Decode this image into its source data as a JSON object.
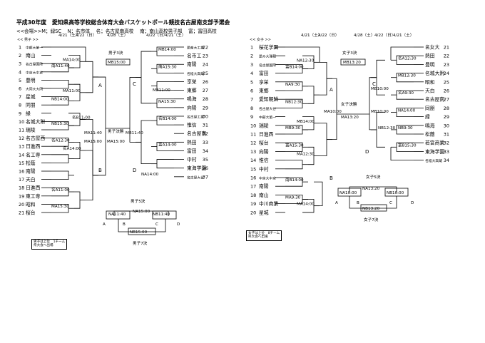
{
  "header": {
    "title": "平成30年度　愛知県高等学校総合体育大会バスケットボール競技名古屋南支部予選会",
    "venue": "<<会場>>M；緑SC　 N；名市体　 名；名古屋南高校　 南；南山高校男子部　 富；富田高校"
  },
  "boys": {
    "dates_left": [
      "4/21（土）",
      "4/22（日）",
      "4/28（土）"
    ],
    "dates_right": [
      "4/22（日）",
      "4/21（土）"
    ],
    "seed_label_left": "<< 男子 >>",
    "teams_left": [
      {
        "num": "1",
        "name": "中部大第一"
      },
      {
        "num": "2",
        "name": "南山"
      },
      {
        "num": "3",
        "name": "名古屋国際"
      },
      {
        "num": "4",
        "name": "中京大中京"
      },
      {
        "num": "5",
        "name": "豊明"
      },
      {
        "num": "6",
        "name": "大同大大同"
      },
      {
        "num": "7",
        "name": "星城"
      },
      {
        "num": "8",
        "name": "同朋"
      },
      {
        "num": "9",
        "name": "緑"
      },
      {
        "num": "10",
        "name": "名城大附"
      },
      {
        "num": "11",
        "name": "瑞陵"
      },
      {
        "num": "12",
        "name": "名古屋西"
      },
      {
        "num": "13",
        "name": "日進西"
      },
      {
        "num": "14",
        "name": "名工専"
      },
      {
        "num": "15",
        "name": "松蔭"
      },
      {
        "num": "16",
        "name": "南陽"
      },
      {
        "num": "17",
        "name": "天白"
      },
      {
        "num": "18",
        "name": "日進西"
      },
      {
        "num": "19",
        "name": "東工専"
      },
      {
        "num": "20",
        "name": "昭和"
      },
      {
        "num": "21",
        "name": "桜台"
      }
    ],
    "teams_right": [
      {
        "num": "22",
        "name": "愛産大工業"
      },
      {
        "num": "23",
        "name": "名市工"
      },
      {
        "num": "24",
        "name": "南陽"
      },
      {
        "num": "25",
        "name": "名経大高蔵"
      },
      {
        "num": "26",
        "name": "享栄"
      },
      {
        "num": "27",
        "name": "東郷"
      },
      {
        "num": "28",
        "name": "鳴海"
      },
      {
        "num": "29",
        "name": "向陽"
      },
      {
        "num": "30",
        "name": "名古屋工業"
      },
      {
        "num": "31",
        "name": "惟信"
      },
      {
        "num": "32",
        "name": "名古屋南"
      },
      {
        "num": "33",
        "name": "熱田"
      },
      {
        "num": "34",
        "name": "富田"
      },
      {
        "num": "35",
        "name": "中村"
      },
      {
        "num": "36",
        "name": "東海学園"
      },
      {
        "num": "37",
        "name": "名古屋大谷"
      }
    ],
    "games_left": [
      "南A11:40",
      "MA14:00",
      "MA11:00",
      "NB14:00",
      "NB15:30",
      "名B11:00",
      "名A12:30",
      "名A14:00",
      "名A11:00",
      "MA15:30",
      "MA11:40",
      "MA15:00",
      "NB15:30"
    ],
    "games_right": [
      "MB14:00",
      "南A15:30",
      "MB11:00",
      "NA15:30",
      "名B14:00",
      "MB11:40",
      "富A14:00",
      "NA14:00",
      "MB14:30",
      "MB15:00",
      "NA14:00"
    ],
    "block_labels": [
      "A",
      "B",
      "C",
      "D"
    ],
    "semifinal_label": "男子3決",
    "semifinal_game": "MB15:00",
    "final_label": "男子決勝",
    "final_games": [
      "MB11:40",
      "MA15:00"
    ],
    "fifth_label": "男子5決",
    "fifth_games": [
      "NA11:40",
      "NA15:00",
      "NB11:40"
    ],
    "fifth_bottom_game": "NB15:00",
    "seventh_label": "男子7決",
    "fifth_letters": [
      "A",
      "B",
      "C",
      "D"
    ],
    "note_lines": [
      "男子は上位　1チーム",
      "県大会へ出場"
    ]
  },
  "girls": {
    "dates_left": [
      "4/21（土）",
      "4/22（日）",
      "4/28（土）"
    ],
    "dates_right": [
      "4/22（日）",
      "4/21（土）"
    ],
    "seed_label_left": "<< 女子 >>",
    "teams_left": [
      {
        "num": "1",
        "name": "桜花学園"
      },
      {
        "num": "2",
        "name": "愛み大瑞穂"
      },
      {
        "num": "3",
        "name": "名古屋国際"
      },
      {
        "num": "4",
        "name": "富田"
      },
      {
        "num": "5",
        "name": "享栄"
      },
      {
        "num": "6",
        "name": "東郷"
      },
      {
        "num": "7",
        "name": "愛知朝鮮"
      },
      {
        "num": "8",
        "name": "名古屋大谷"
      },
      {
        "num": "9",
        "name": "中部大第一"
      },
      {
        "num": "10",
        "name": "瑞陵"
      },
      {
        "num": "11",
        "name": "日進西"
      },
      {
        "num": "12",
        "name": "桜台"
      },
      {
        "num": "13",
        "name": "向陽"
      },
      {
        "num": "14",
        "name": "惟信"
      },
      {
        "num": "15",
        "name": "中村"
      },
      {
        "num": "16",
        "name": "中京大中京"
      },
      {
        "num": "17",
        "name": "南陽"
      },
      {
        "num": "18",
        "name": "南山"
      },
      {
        "num": "19",
        "name": "中川商業"
      },
      {
        "num": "20",
        "name": "星城"
      }
    ],
    "teams_right": [
      {
        "num": "21",
        "name": "名女大"
      },
      {
        "num": "22",
        "name": "熱田"
      },
      {
        "num": "23",
        "name": "豊明"
      },
      {
        "num": "24",
        "name": "名城大附"
      },
      {
        "num": "25",
        "name": "昭和"
      },
      {
        "num": "26",
        "name": "天白"
      },
      {
        "num": "27",
        "name": "名古屋南"
      },
      {
        "num": "28",
        "name": "同朋"
      },
      {
        "num": "29",
        "name": "緑"
      },
      {
        "num": "30",
        "name": "鳴海"
      },
      {
        "num": "31",
        "name": "松蔭"
      },
      {
        "num": "32",
        "name": "若宮商業"
      },
      {
        "num": "33",
        "name": "東海学園"
      },
      {
        "num": "34",
        "name": "名経大高蔵"
      }
    ],
    "games_left": [
      "NA12:30",
      "富B14:00",
      "NA9:30",
      "NB12:30",
      "MB14:00",
      "MB9:30",
      "富A15:30",
      "MA12:30",
      "南B14:00",
      "MA9:30",
      "MA14:00"
    ],
    "games_right": [
      "名A12:30",
      "MB12:30",
      "名A9:30",
      "MB10:00",
      "NA14:00",
      "NB9:30",
      "富B15:30",
      "NB12:30",
      "MB12:30"
    ],
    "block_labels": [
      "A",
      "B",
      "C",
      "D"
    ],
    "semifinal_label": "女子3決",
    "semifinal_game": "MB13:20",
    "final_label": "女子決勝",
    "final_games": [
      "MA10:00",
      "MA13:20",
      "MB10:00"
    ],
    "fifth_label": "女子5決",
    "fifth_games": [
      "NA10:00",
      "NA13:20",
      "NB10:00"
    ],
    "fifth_bottom_game": "NB13:20",
    "seventh_label": "女子7決",
    "fifth_letters": [
      "A",
      "B",
      "C",
      "D"
    ],
    "note_lines": [
      "女子は上位　8チーム",
      "県大会へ出場"
    ]
  }
}
